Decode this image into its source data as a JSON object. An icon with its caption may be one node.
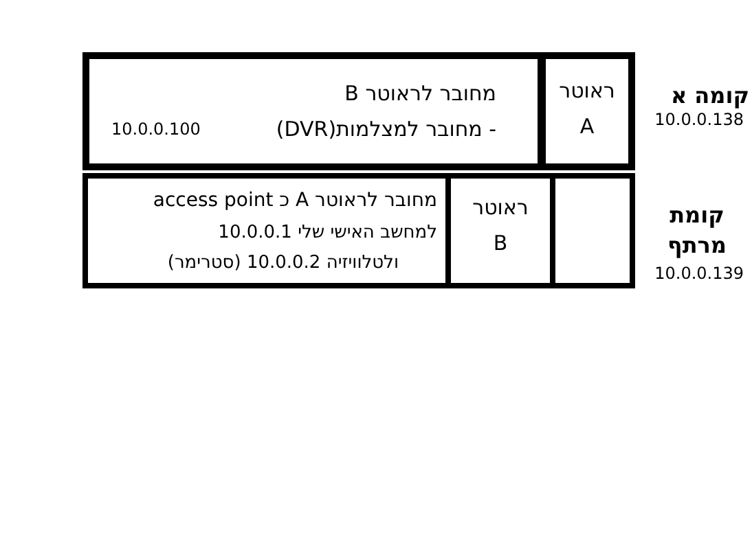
{
  "diagram": {
    "nodes": [
      {
        "text": [
          "קומה א",
          "10.0.0.138"
        ]
      },
      {
        "text": [
          "מחובר לראוטר B",
          "- מחובר למצלמות(DVR)",
          "10.0.0.100"
        ],
        "in": 0
      },
      {
        "text": [
          "ראוטר A"
        ],
        "in": 0
      },
      {
        "text": [
          "קומת מרתף",
          "10.0.0.139"
        ]
      },
      {
        "text": [
          "מחובר לראוטר A כ access point",
          "למחשב האישי שלי 10.0.0.1",
          "ולטלוויזיה 10.0.0.2 (סטרימר)"
        ],
        "in": 3
      },
      {
        "text": [
          "ראוטר B"
        ],
        "in": 3
      },
      {
        "text": [],
        "shape": "box",
        "in": 3
      }
    ],
    "edges": []
  }
}
